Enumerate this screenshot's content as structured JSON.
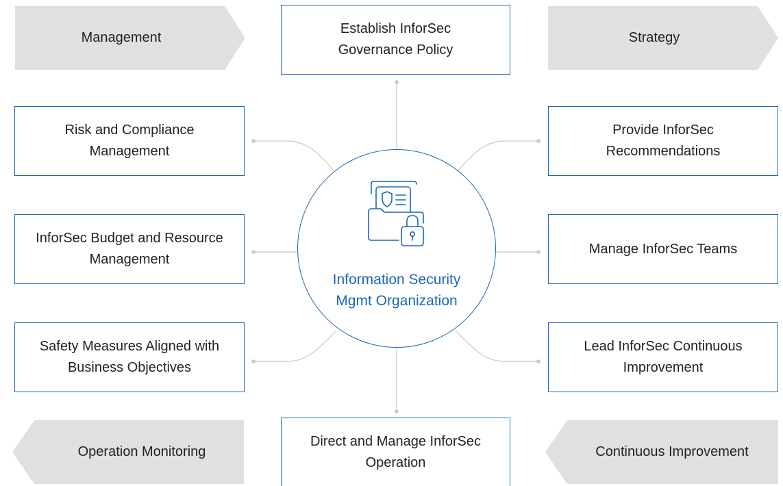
{
  "accent_color": "#1a67b5",
  "chevron_color": "#e0e0e0",
  "connector_color": "#c8c8c8",
  "hub": {
    "icon": "shield-document-lock-icon",
    "title_line1": "Information Security",
    "title_line2": "Mgmt Organization"
  },
  "chevrons": {
    "top_left": "Management",
    "top_right": "Strategy",
    "bottom_left": "Operation Monitoring",
    "bottom_right": "Continuous Improvement"
  },
  "boxes": {
    "top": {
      "line1": "Establish InforSec",
      "line2": "Governance Policy"
    },
    "bottom": {
      "line1": "Direct and Manage InforSec",
      "line2": "Operation"
    },
    "left_1": {
      "line1": "Risk and Compliance",
      "line2": "Management"
    },
    "left_2": {
      "line1": "InforSec Budget and Resource",
      "line2": "Management"
    },
    "left_3": {
      "line1": "Safety Measures Aligned with",
      "line2": "Business Objectives"
    },
    "right_1": {
      "line1": "Provide InforSec",
      "line2": "Recommendations"
    },
    "right_2": {
      "line1": "Manage InforSec Teams",
      "line2": ""
    },
    "right_3": {
      "line1": "Lead InforSec Continuous",
      "line2": "Improvement"
    }
  }
}
